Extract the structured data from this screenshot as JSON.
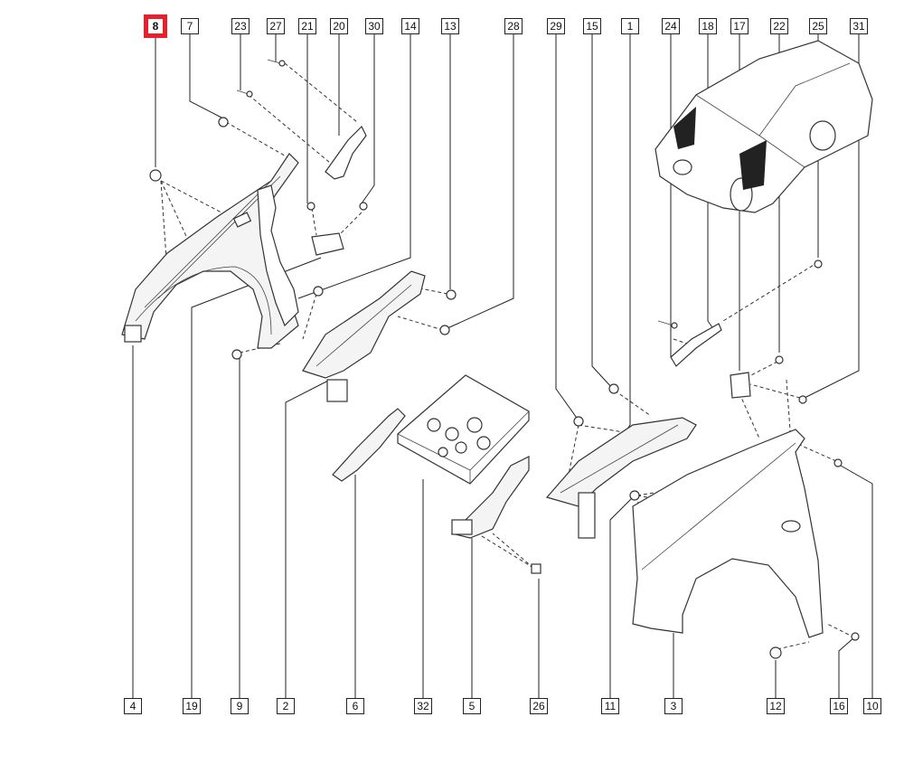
{
  "callouts": {
    "c8": "8",
    "c7": "7",
    "c23": "23",
    "c27": "27",
    "c21": "21",
    "c20": "20",
    "c30": "30",
    "c14": "14",
    "c13": "13",
    "c28": "28",
    "c29": "29",
    "c15": "15",
    "c1": "1",
    "c24": "24",
    "c18": "18",
    "c17": "17",
    "c22": "22",
    "c25": "25",
    "c31": "31",
    "c4": "4",
    "c19": "19",
    "c9": "9",
    "c2": "2",
    "c6": "6",
    "c32": "32",
    "c5": "5",
    "c26": "26",
    "c11": "11",
    "c3": "3",
    "c12": "12",
    "c16": "16",
    "c10": "10"
  },
  "colors": {
    "highlight": "#e8202a",
    "line": "#222222"
  }
}
